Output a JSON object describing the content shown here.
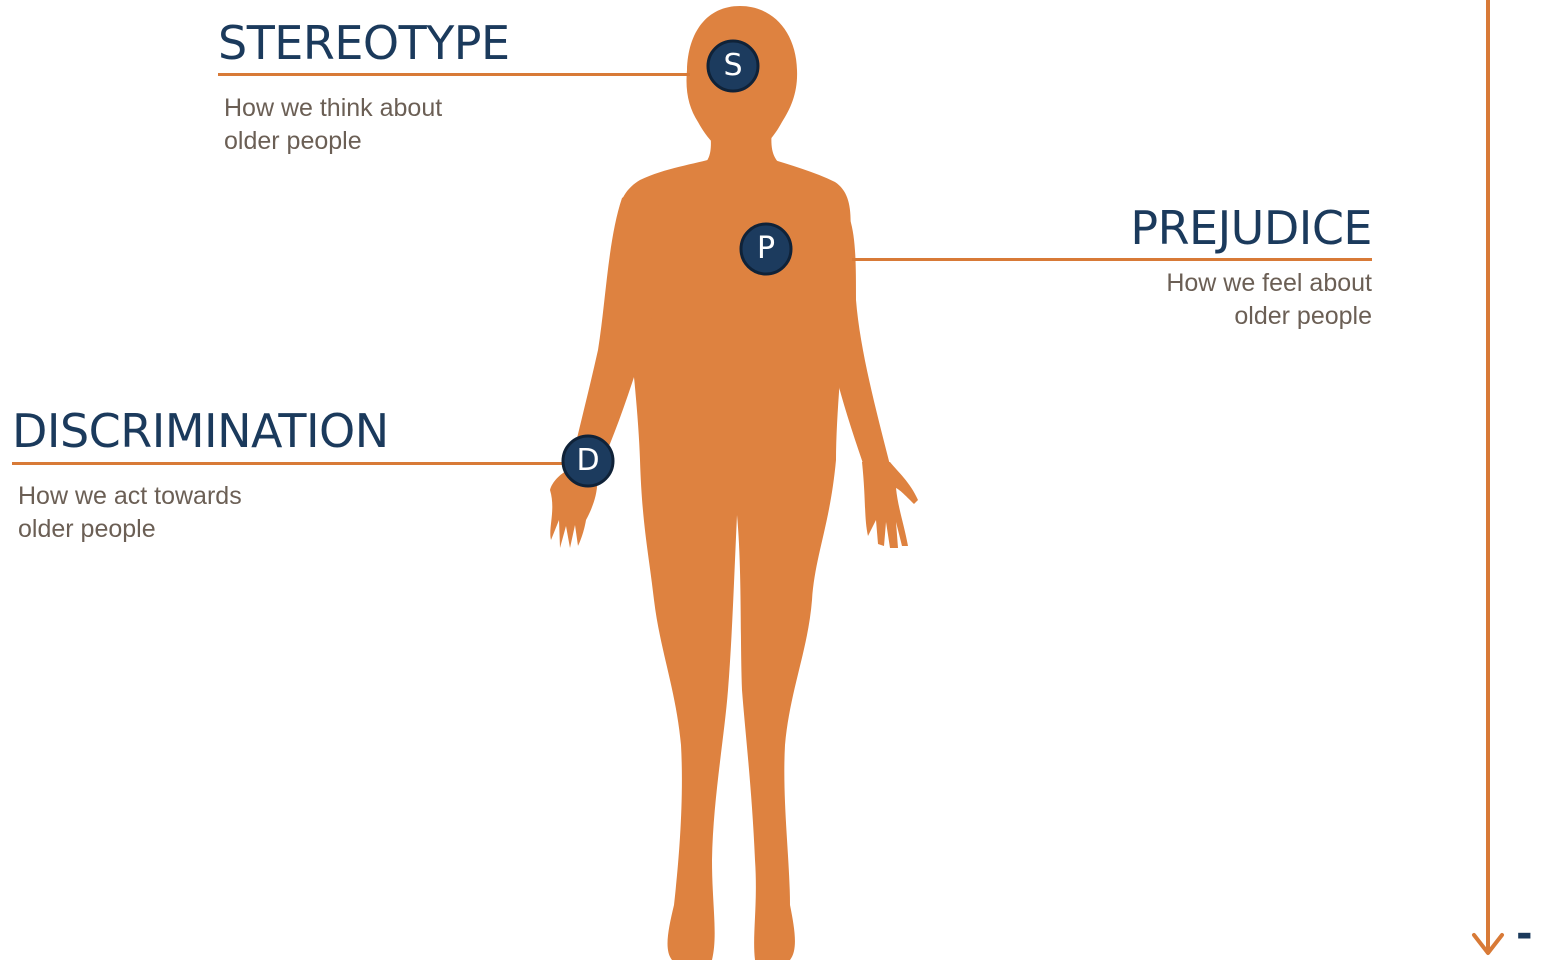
{
  "colors": {
    "silhouette": "#de8240",
    "accent_line": "#d87a37",
    "marker_fill": "#1c3b5e",
    "heading": "#1b3a5c",
    "description": "#6b5f55"
  },
  "concepts": [
    {
      "heading": "STEREOTYPE",
      "marker": "S",
      "description_lines": [
        "How we think about",
        "older people"
      ]
    },
    {
      "heading": "PREJUDICE",
      "marker": "P",
      "description_lines": [
        "How we feel about",
        "older people"
      ]
    },
    {
      "heading": "DISCRIMINATION",
      "marker": "D",
      "description_lines": [
        "How we act towards",
        "older people"
      ]
    }
  ],
  "arrow_trailing_text": "-",
  "icons": {
    "figure": "human-silhouette-icon",
    "arrow": "arrow-down-icon"
  }
}
